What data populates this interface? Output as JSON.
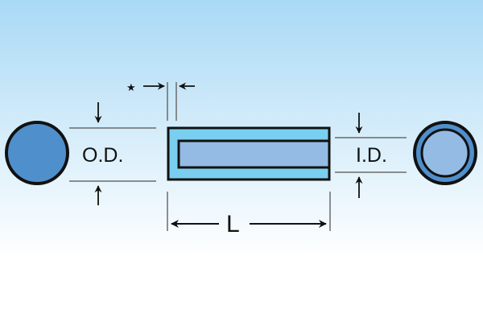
{
  "labels": {
    "outer_diameter": "O.D.",
    "inner_diameter": "I.D.",
    "length": "L",
    "wall_marker": "★"
  },
  "colors": {
    "background_top": "#a9d9f5",
    "background_bottom": "#ffffff",
    "tube_wall": "#7acff0",
    "tube_bore": "#94bbe3",
    "solid_rod": "#4f8fcc",
    "outline": "#111111",
    "dimension_line": "#6b6b6b"
  }
}
